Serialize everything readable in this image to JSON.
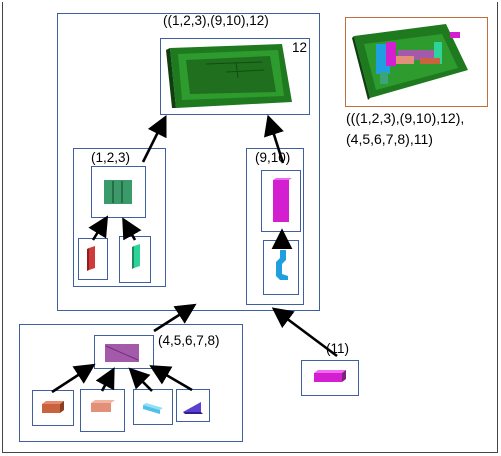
{
  "frame": {
    "border_color": "#444444"
  },
  "labels": {
    "top_group": "((1,2,3),(9,10),12)",
    "top_group_count": "12",
    "group_123": "(1,2,3)",
    "group_910": "(9,10)",
    "group_45678": "(4,5,6,7,8)",
    "group_11": "(11)",
    "final_line1": "(((1,2,3),(9,10),12),",
    "final_line2": "(4,5,6,7,8),11)"
  },
  "colors": {
    "box_border": "#3f5f9f",
    "final_border": "#c0703f",
    "arrow": "#000000",
    "green": "#2e8b2e",
    "teal": "#3aa57a",
    "red": "#d03a3a",
    "mint": "#2ed39a",
    "magenta": "#d41fd1",
    "blue": "#1f9fe0",
    "purple": "#a35aa8",
    "salmon": "#e3907a",
    "rust": "#c8623f",
    "cyan": "#4fc1e6",
    "violet": "#5a3fd1"
  }
}
